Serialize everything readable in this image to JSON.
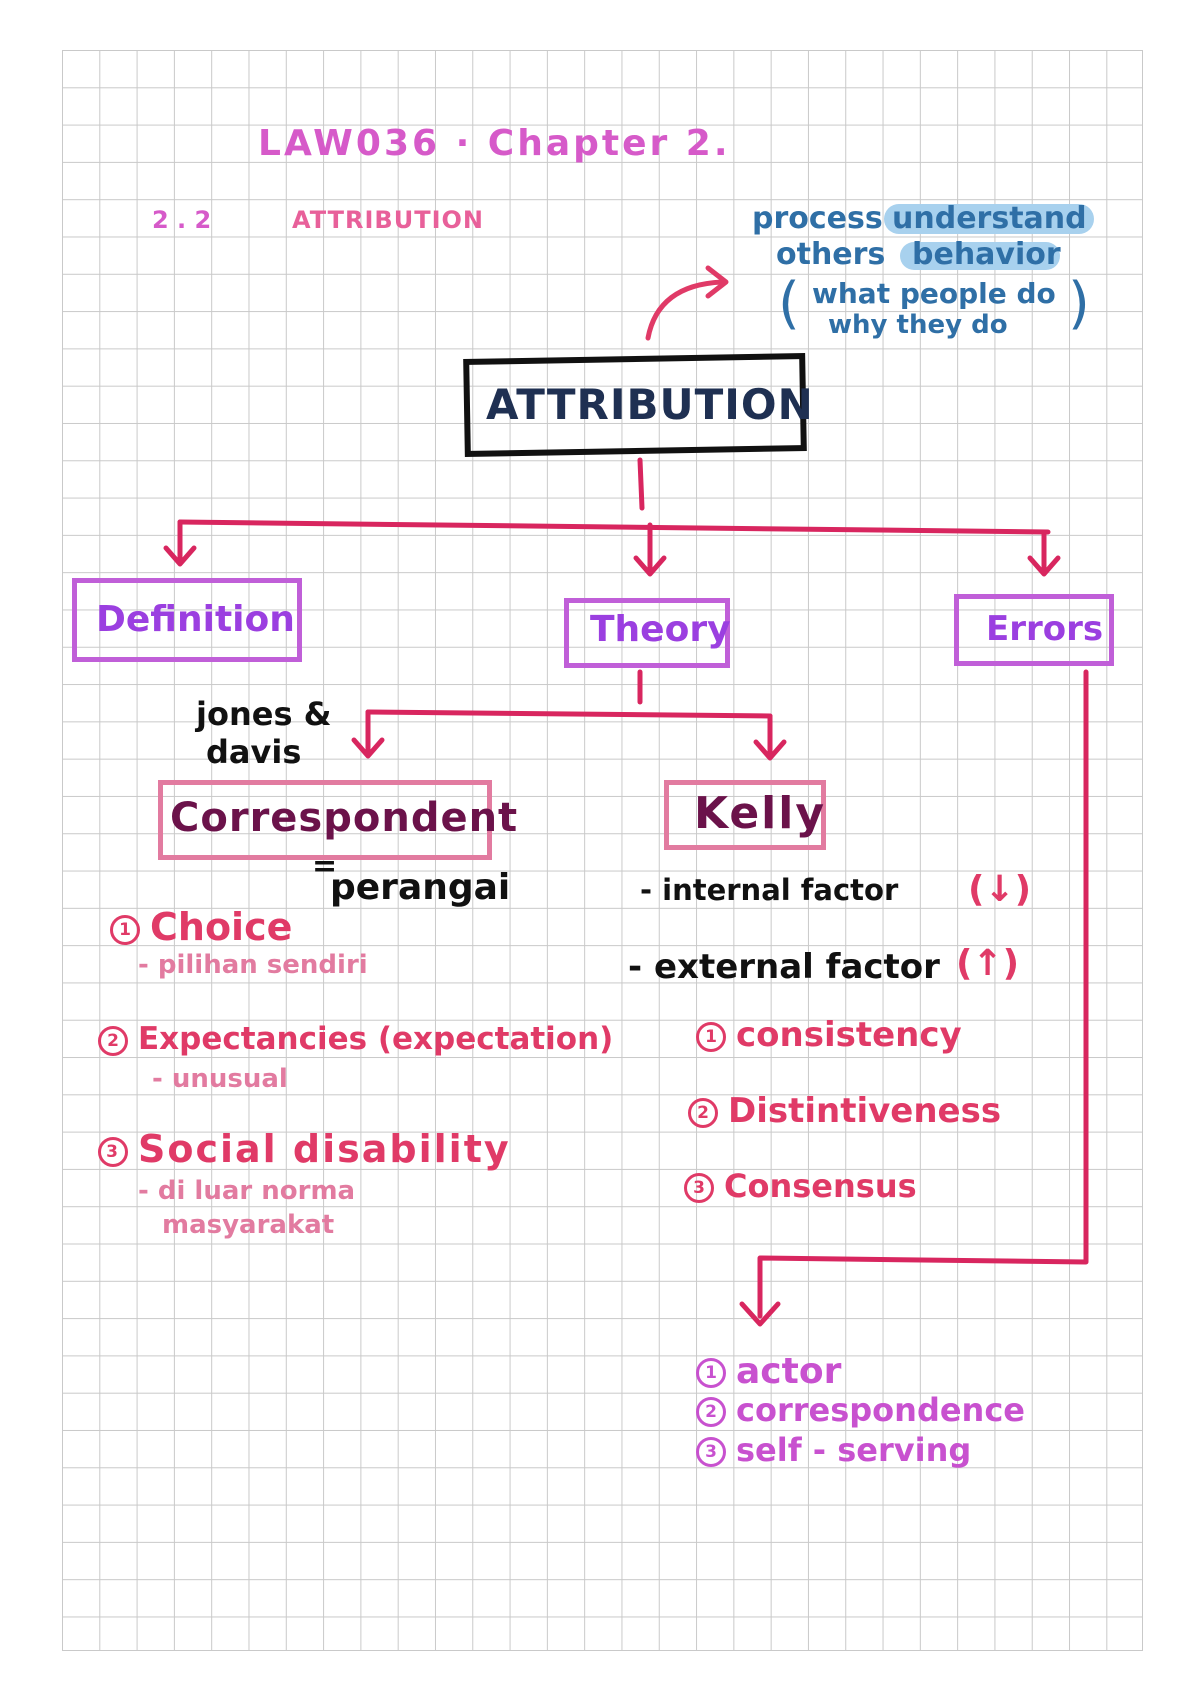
{
  "colors": {
    "magenta": "#d65ac9",
    "purple": "#9b3fe0",
    "pink_red": "#e03a67",
    "line_red": "#d8265f",
    "light_pink": "#e27ba0",
    "dark_navy": "#1f3052",
    "blue": "#2f6fa6",
    "highlight": "#a8d1ee",
    "dark_plum": "#6b124a",
    "black": "#111111"
  },
  "header": {
    "course": "LAW036 · Chapter 2.",
    "section_num": "2 . 2",
    "section_title": "ATTRIBUTION"
  },
  "note": {
    "line1a": "process",
    "line1b": "understand",
    "line2a": "others",
    "line2b": "behavior",
    "paren_open": "(",
    "line3": "what people do",
    "line4": "why they do",
    "paren_close": ")"
  },
  "root": {
    "label": "ATTRIBUTION"
  },
  "branches": {
    "definition": "Definition",
    "theory": "Theory",
    "errors": "Errors"
  },
  "theory": {
    "jones_davis_1": "jones &",
    "jones_davis_2": "davis",
    "correspondent": "Correspondent",
    "equals": "=",
    "perangai": "perangai",
    "kelly": "Kelly"
  },
  "correspondent_items": [
    {
      "num": "1",
      "title": "Choice",
      "sub": "- pilihan sendiri"
    },
    {
      "num": "2",
      "title": "Expectancies (expectation)",
      "sub": "- unusual"
    },
    {
      "num": "3",
      "title": "Social disability",
      "sub": "- di luar norma",
      "sub2": "masyarakat"
    }
  ],
  "kelly_factors": [
    {
      "label": "- internal factor",
      "arrow": "(↓)"
    },
    {
      "label": "- external factor",
      "arrow": "(↑)"
    }
  ],
  "kelly_items": [
    {
      "num": "1",
      "label": "consistency"
    },
    {
      "num": "2",
      "label": "Distintiveness"
    },
    {
      "num": "3",
      "label": "Consensus"
    }
  ],
  "error_items": [
    {
      "num": "1",
      "label": "actor"
    },
    {
      "num": "2",
      "label": "correspondence"
    },
    {
      "num": "3",
      "label": "self - serving"
    }
  ]
}
